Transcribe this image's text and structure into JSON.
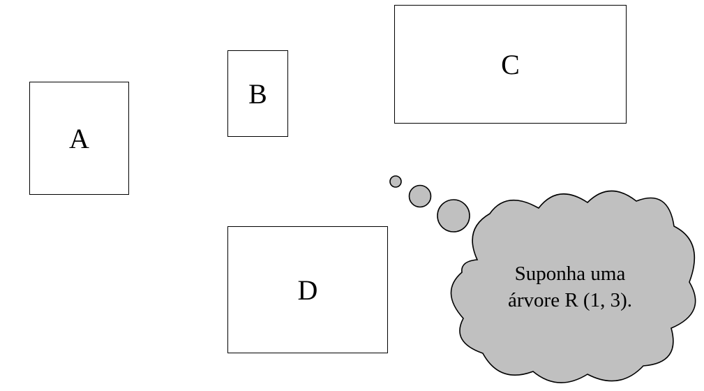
{
  "boxes": {
    "a": {
      "label": "A"
    },
    "b": {
      "label": "B"
    },
    "c": {
      "label": "C"
    },
    "d": {
      "label": "D"
    }
  },
  "thought": {
    "line1": "Suponha uma",
    "line2": "árvore R (1, 3)."
  },
  "colors": {
    "cloud_fill": "#c0c0c0",
    "stroke": "#000000",
    "background": "#ffffff"
  }
}
